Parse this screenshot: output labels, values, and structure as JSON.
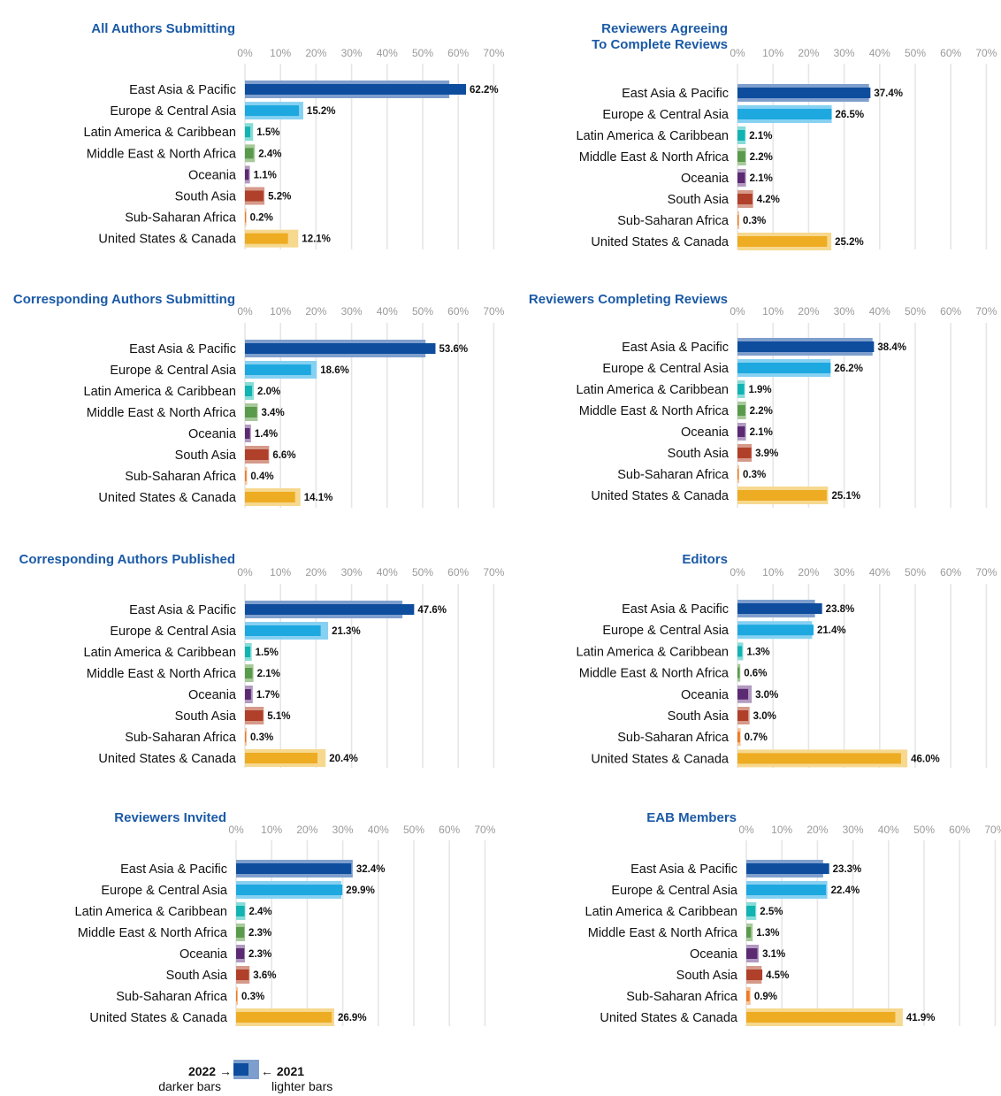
{
  "categories": [
    "East Asia & Pacific",
    "Europe & Central Asia",
    "Latin America & Caribbean",
    "Middle East & North Africa",
    "Oceania",
    "South Asia",
    "Sub-Saharan Africa",
    "United States & Canada"
  ],
  "ticks": [
    "0%",
    "10%",
    "20%",
    "30%",
    "40%",
    "50%",
    "60%",
    "70%"
  ],
  "colors": {
    "dark": [
      "#0e4d9e",
      "#1ea8e0",
      "#12b3b3",
      "#5a9a4c",
      "#5c2a72",
      "#b0402a",
      "#ef7a23",
      "#eeac22"
    ],
    "light": [
      "#7e9fcd",
      "#86d1f2",
      "#87dcd8",
      "#a8c99b",
      "#b29ac0",
      "#d69a8a",
      "#f6c39b",
      "#f6d88e"
    ],
    "title": "#1b5aa6"
  },
  "legend": {
    "year_2022": "2022",
    "desc_2022": "darker bars",
    "year_2021": "2021",
    "desc_2021": "lighter bars",
    "arrow_left": "→",
    "arrow_right": "←"
  },
  "chart_data": [
    {
      "type": "bar",
      "orientation": "horizontal",
      "title": [
        "All Authors Submitting"
      ],
      "xlim": [
        0,
        70
      ],
      "series": [
        {
          "name": "2022",
          "values": [
            62.2,
            15.2,
            1.5,
            2.4,
            1.1,
            5.2,
            0.2,
            12.1
          ]
        },
        {
          "name": "2021",
          "values": [
            57.5,
            16.4,
            2.3,
            2.8,
            1.4,
            5.5,
            0.4,
            15.0
          ]
        }
      ],
      "labels": [
        "62.2%",
        "15.2%",
        "1.5%",
        "2.4%",
        "1.1%",
        "5.2%",
        "0.2%",
        "12.1%"
      ]
    },
    {
      "type": "bar",
      "orientation": "horizontal",
      "title": [
        "Reviewers Agreeing",
        "To Complete Reviews"
      ],
      "xlim": [
        0,
        70
      ],
      "series": [
        {
          "name": "2022",
          "values": [
            37.4,
            26.5,
            2.1,
            2.2,
            2.1,
            4.2,
            0.3,
            25.2
          ]
        },
        {
          "name": "2021",
          "values": [
            37.0,
            26.5,
            2.3,
            2.4,
            2.4,
            4.4,
            0.5,
            26.4
          ]
        }
      ],
      "labels": [
        "37.4%",
        "26.5%",
        "2.1%",
        "2.2%",
        "2.1%",
        "4.2%",
        "0.3%",
        "25.2%"
      ]
    },
    {
      "type": "bar",
      "orientation": "horizontal",
      "title": [
        "Corresponding Authors Submitting"
      ],
      "xlim": [
        0,
        70
      ],
      "series": [
        {
          "name": "2022",
          "values": [
            53.6,
            18.6,
            2.0,
            3.4,
            1.4,
            6.6,
            0.4,
            14.1
          ]
        },
        {
          "name": "2021",
          "values": [
            50.8,
            20.2,
            2.5,
            3.6,
            1.7,
            6.8,
            0.6,
            15.6
          ]
        }
      ],
      "labels": [
        "53.6%",
        "18.6%",
        "2.0%",
        "3.4%",
        "1.4%",
        "6.6%",
        "0.4%",
        "14.1%"
      ]
    },
    {
      "type": "bar",
      "orientation": "horizontal",
      "title": [
        "Reviewers Completing Reviews"
      ],
      "xlim": [
        0,
        70
      ],
      "series": [
        {
          "name": "2022",
          "values": [
            38.4,
            26.2,
            1.9,
            2.2,
            2.1,
            3.9,
            0.3,
            25.1
          ]
        },
        {
          "name": "2021",
          "values": [
            38.0,
            26.2,
            2.1,
            2.4,
            2.4,
            4.0,
            0.5,
            25.5
          ]
        }
      ],
      "labels": [
        "38.4%",
        "26.2%",
        "1.9%",
        "2.2%",
        "2.1%",
        "3.9%",
        "0.3%",
        "25.1%"
      ]
    },
    {
      "type": "bar",
      "orientation": "horizontal",
      "title": [
        "Corresponding Authors Published"
      ],
      "xlim": [
        0,
        70
      ],
      "series": [
        {
          "name": "2022",
          "values": [
            47.6,
            21.3,
            1.5,
            2.1,
            1.7,
            5.1,
            0.3,
            20.4
          ]
        },
        {
          "name": "2021",
          "values": [
            44.3,
            23.4,
            1.9,
            2.4,
            2.2,
            5.3,
            0.5,
            22.7
          ]
        }
      ],
      "labels": [
        "47.6%",
        "21.3%",
        "1.5%",
        "2.1%",
        "1.7%",
        "5.1%",
        "0.3%",
        "20.4%"
      ]
    },
    {
      "type": "bar",
      "orientation": "horizontal",
      "title": [
        "Editors"
      ],
      "xlim": [
        0,
        70
      ],
      "series": [
        {
          "name": "2022",
          "values": [
            23.8,
            21.4,
            1.3,
            0.6,
            3.0,
            3.0,
            0.7,
            46.0
          ]
        },
        {
          "name": "2021",
          "values": [
            21.8,
            21.0,
            1.6,
            0.8,
            4.0,
            3.4,
            0.9,
            47.8
          ]
        }
      ],
      "labels": [
        "23.8%",
        "21.4%",
        "1.3%",
        "0.6%",
        "3.0%",
        "3.0%",
        "0.7%",
        "46.0%"
      ]
    },
    {
      "type": "bar",
      "orientation": "horizontal",
      "title": [
        "Reviewers Invited"
      ],
      "xlim": [
        0,
        70
      ],
      "series": [
        {
          "name": "2022",
          "values": [
            32.4,
            29.9,
            2.4,
            2.3,
            2.3,
            3.6,
            0.3,
            26.9
          ]
        },
        {
          "name": "2021",
          "values": [
            32.8,
            29.6,
            2.6,
            2.5,
            2.5,
            3.8,
            0.5,
            27.6
          ]
        }
      ],
      "labels": [
        "32.4%",
        "29.9%",
        "2.4%",
        "2.3%",
        "2.3%",
        "3.6%",
        "0.3%",
        "26.9%"
      ]
    },
    {
      "type": "bar",
      "orientation": "horizontal",
      "title": [
        "EAB Members"
      ],
      "xlim": [
        0,
        70
      ],
      "series": [
        {
          "name": "2022",
          "values": [
            23.3,
            22.4,
            2.5,
            1.3,
            3.1,
            4.5,
            0.9,
            41.9
          ]
        },
        {
          "name": "2021",
          "values": [
            21.6,
            22.8,
            2.8,
            1.8,
            3.5,
            4.3,
            1.2,
            44.0
          ]
        }
      ],
      "labels": [
        "23.3%",
        "22.4%",
        "2.5%",
        "1.3%",
        "3.1%",
        "4.5%",
        "0.9%",
        "41.9%"
      ]
    }
  ]
}
